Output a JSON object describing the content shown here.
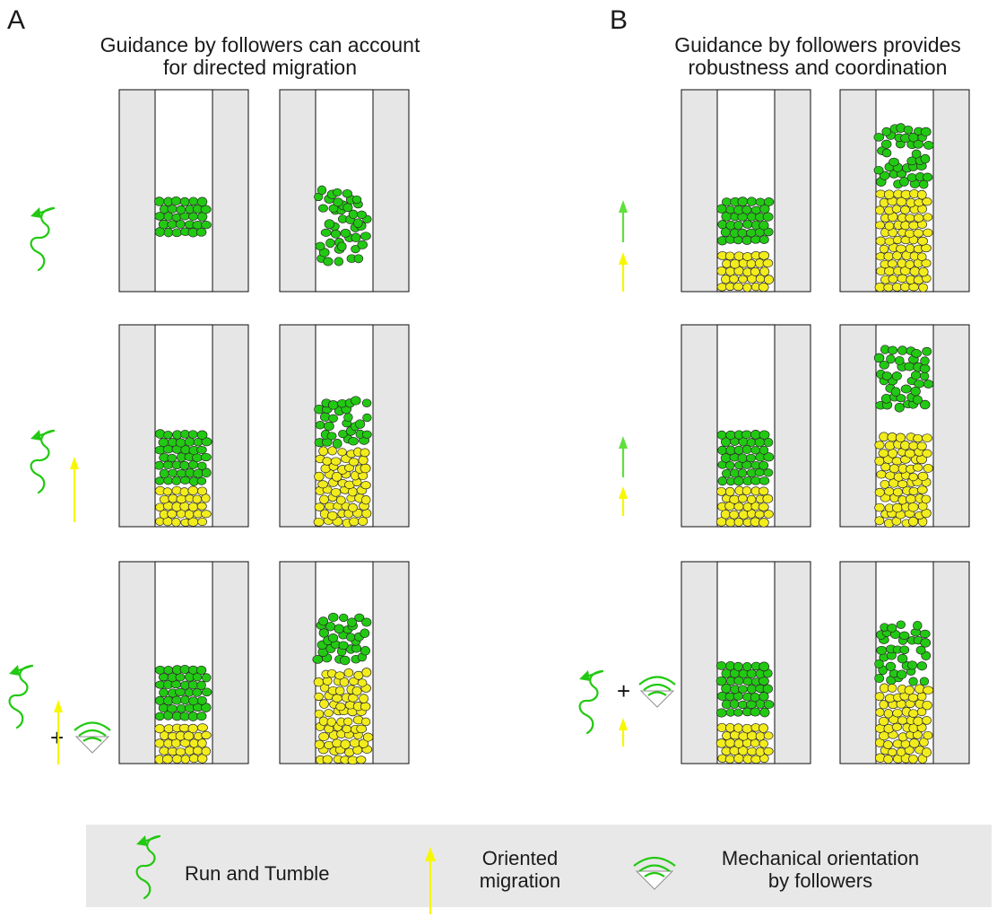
{
  "panels": [
    {
      "letter": "A",
      "title": "Guidance by followers can account\nfor directed migration",
      "rows": [
        {
          "legend_items": [
            "run-and-tumble"
          ]
        },
        {
          "legend_items": [
            "run-and-tumble",
            "oriented-migration"
          ]
        },
        {
          "legend_items": [
            "run-and-tumble",
            "mechanical-orientation",
            "oriented-migration"
          ],
          "operator": "+"
        }
      ]
    },
    {
      "letter": "B",
      "title": "Guidance by followers provides\nrobustness and coordination",
      "rows": [
        {
          "legend_items": [
            "leader-arrow",
            "oriented-migration"
          ]
        },
        {
          "legend_items": [
            "leader-arrow",
            "oriented-migration"
          ]
        },
        {
          "legend_items": [
            "run-and-tumble",
            "mechanical-orientation",
            "oriented-migration"
          ],
          "operator": "+"
        }
      ]
    }
  ],
  "legend": [
    {
      "icon": "run-and-tumble-icon",
      "label": "Run and Tumble"
    },
    {
      "icon": "oriented-migration-arrow-icon",
      "label": "Oriented\nmigration"
    },
    {
      "icon": "mechanical-orientation-icon",
      "label": "Mechanical orientation\nby followers"
    }
  ],
  "colors": {
    "leader_cells": "#22c912",
    "follower_cells": "#f2ec1d",
    "channel_wall": "#e6e6e6",
    "leader_arrow": "#5fe03a",
    "oriented_arrow": "#f7f700",
    "legend_background": "#e9e8e8"
  }
}
